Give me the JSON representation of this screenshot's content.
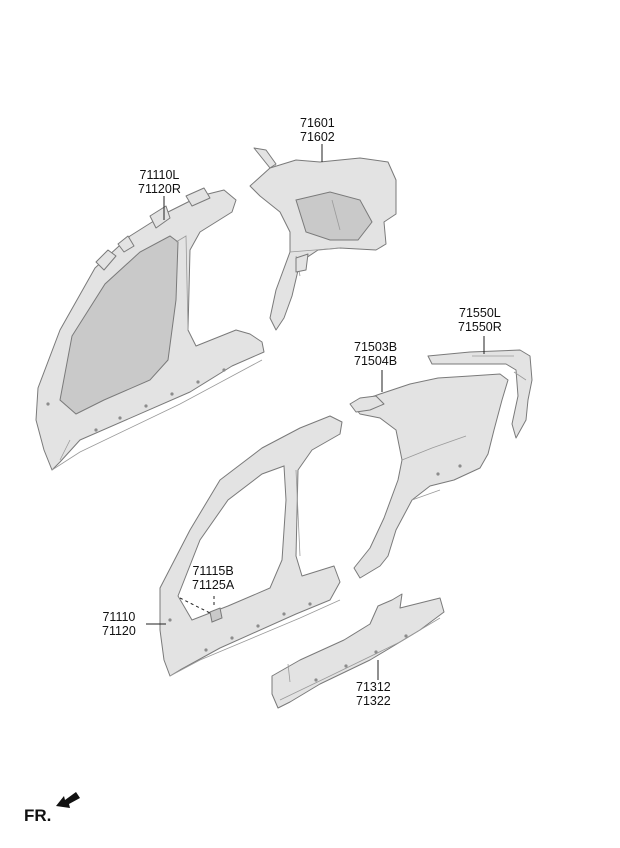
{
  "callouts": [
    {
      "id": "c1",
      "lines": [
        "71601",
        "71602"
      ]
    },
    {
      "id": "c2",
      "lines": [
        "71110L",
        "71120R"
      ]
    },
    {
      "id": "c3",
      "lines": [
        "71550L",
        "71550R"
      ]
    },
    {
      "id": "c4",
      "lines": [
        "71503B",
        "71504B"
      ]
    },
    {
      "id": "c5",
      "lines": [
        "71115B",
        "71125A"
      ]
    },
    {
      "id": "c6",
      "lines": [
        "71110",
        "71120"
      ]
    },
    {
      "id": "c7",
      "lines": [
        "71312",
        "71322"
      ]
    }
  ],
  "direction": {
    "label": "FR.",
    "icon": "front-direction-arrow-icon"
  }
}
